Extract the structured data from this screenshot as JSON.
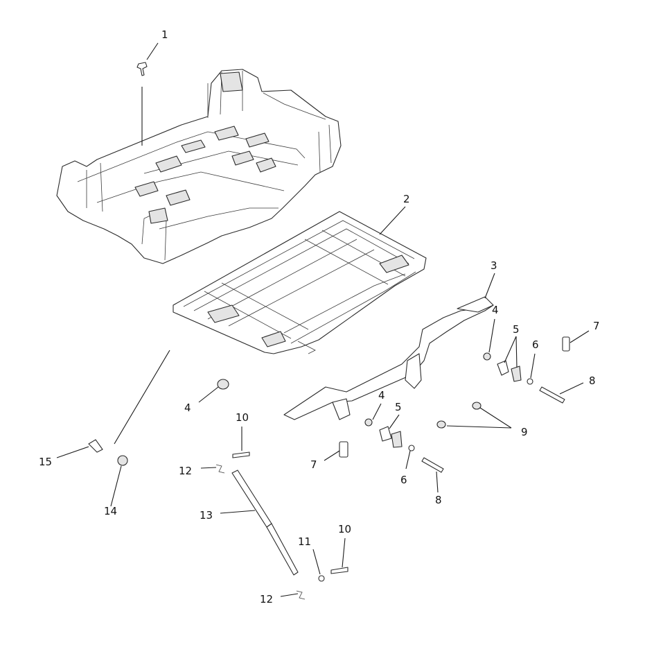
{
  "diagram": {
    "colors": {
      "line": "#2a2a2a",
      "fill": "#ffffff",
      "shade": "#e4e4e4",
      "text": "#111111"
    },
    "callouts": [
      {
        "id": "c1",
        "text": "1"
      },
      {
        "id": "c2",
        "text": "2"
      },
      {
        "id": "c3",
        "text": "3"
      },
      {
        "id": "c4a",
        "text": "4"
      },
      {
        "id": "c4b",
        "text": "4"
      },
      {
        "id": "c4c",
        "text": "4"
      },
      {
        "id": "c5a",
        "text": "5"
      },
      {
        "id": "c5b",
        "text": "5"
      },
      {
        "id": "c6a",
        "text": "6"
      },
      {
        "id": "c6b",
        "text": "6"
      },
      {
        "id": "c7a",
        "text": "7"
      },
      {
        "id": "c7b",
        "text": "7"
      },
      {
        "id": "c8a",
        "text": "8"
      },
      {
        "id": "c8b",
        "text": "8"
      },
      {
        "id": "c9",
        "text": "9"
      },
      {
        "id": "c10a",
        "text": "10"
      },
      {
        "id": "c10b",
        "text": "10"
      },
      {
        "id": "c11",
        "text": "11"
      },
      {
        "id": "c12a",
        "text": "12"
      },
      {
        "id": "c12b",
        "text": "12"
      },
      {
        "id": "c13",
        "text": "13"
      },
      {
        "id": "c14",
        "text": "14"
      },
      {
        "id": "c15",
        "text": "15"
      }
    ]
  }
}
